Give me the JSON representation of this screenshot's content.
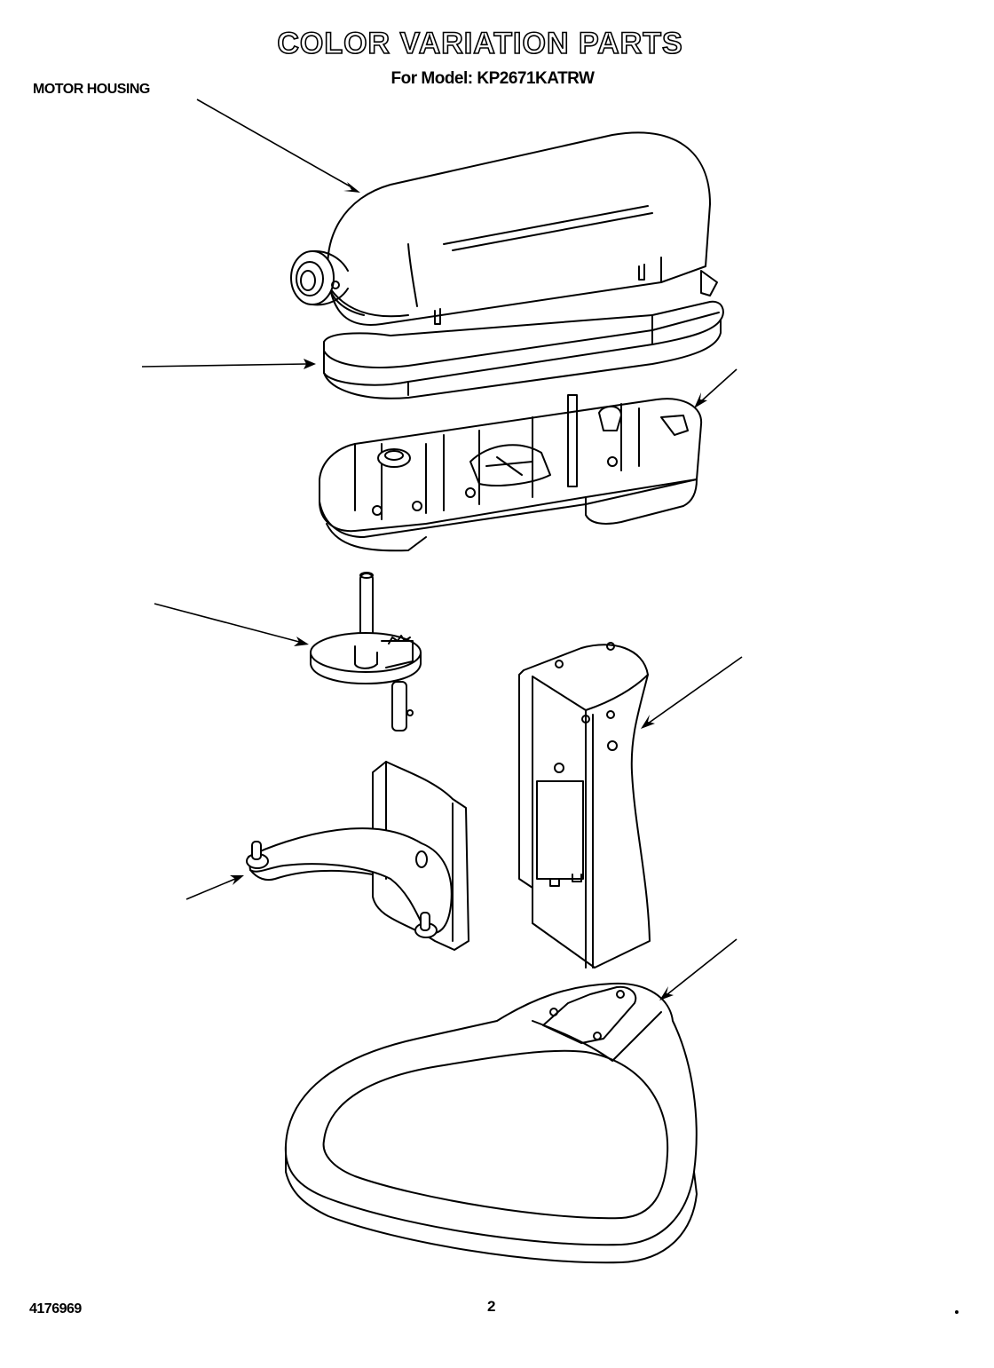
{
  "header": {
    "title": "COLOR VARIATION PARTS",
    "subtitle": "For Model: KP2671KATRW"
  },
  "labels": {
    "motor_housing": "MOTOR HOUSING"
  },
  "footer": {
    "document_number": "4176969",
    "page_number": "2"
  }
}
